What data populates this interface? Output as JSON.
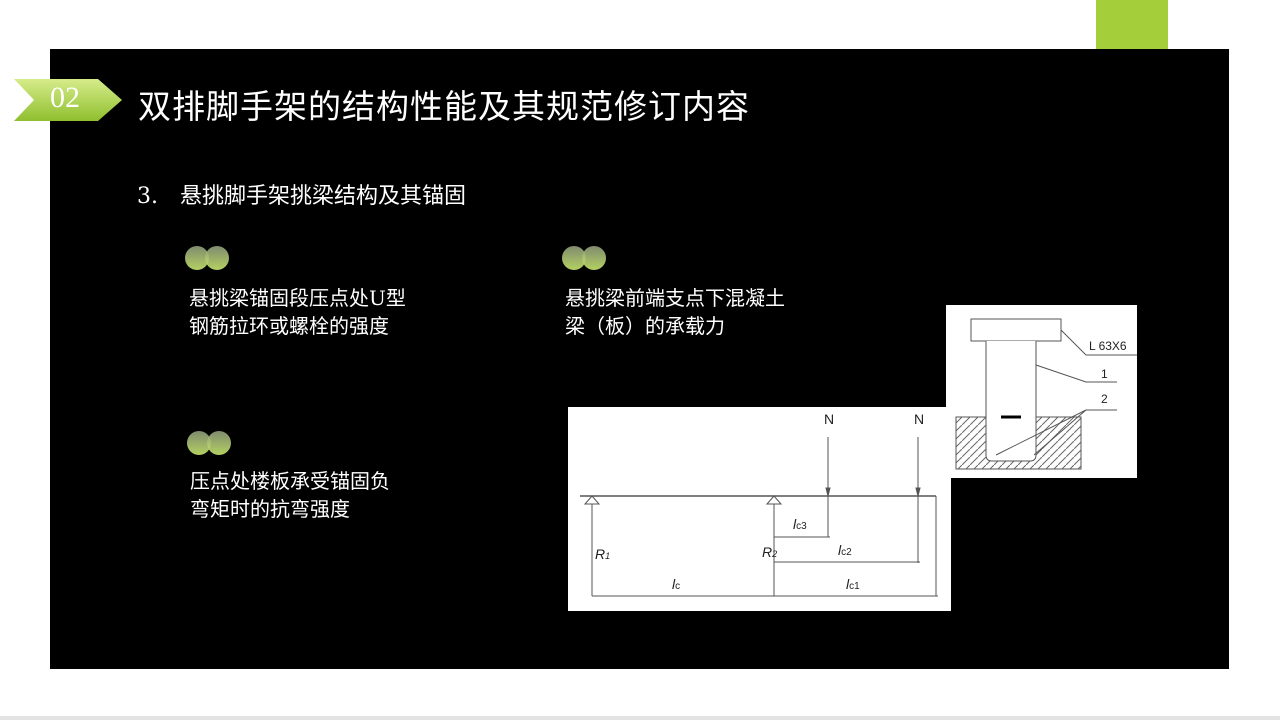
{
  "header": {
    "section_number": "02",
    "title": "双排脚手架的结构性能及其规范修订内容"
  },
  "subheading": {
    "number": "3.",
    "text": "悬挑脚手架挑梁结构及其锚固"
  },
  "items": [
    {
      "text_line1": "悬挑梁锚固段压点处U型",
      "text_line2": "钢筋拉环或螺栓的强度"
    },
    {
      "text_line1": "悬挑梁前端支点下混凝土",
      "text_line2": "梁（板）的承载力"
    },
    {
      "text_line1": "压点处楼板承受锚固负",
      "text_line2": "弯矩时的抗弯强度"
    }
  ],
  "beam_diagram": {
    "load1": "N",
    "load2": "N",
    "r1": "R",
    "r1_sub": "1",
    "r2": "R",
    "r2_sub": "2",
    "lc": "l",
    "lc_sub": "c",
    "lc1": "l",
    "lc1_sub": "c1",
    "lc2": "l",
    "lc2_sub": "c2",
    "lc3": "l",
    "lc3_sub": "c3"
  },
  "anchor_diagram": {
    "angle_label": "L 63X6",
    "label1": "1",
    "label2": "2"
  },
  "colors": {
    "accent": "#a4cf3a",
    "background": "#000000"
  }
}
